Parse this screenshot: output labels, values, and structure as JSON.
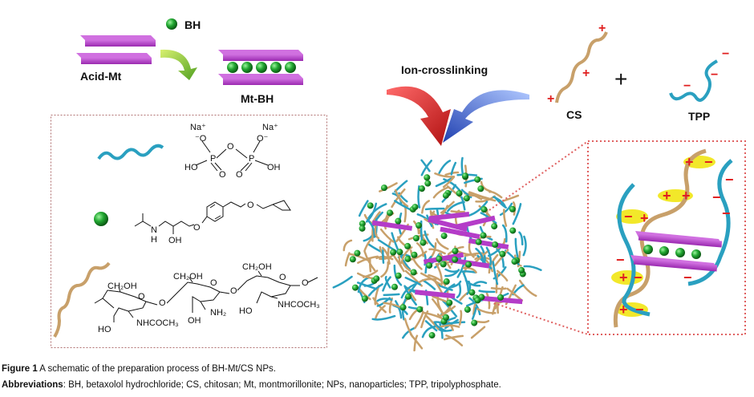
{
  "labels": {
    "bh": "BH",
    "acid_mt": "Acid-Mt",
    "mt_bh": "Mt-BH",
    "ion_crosslinking": "Ion-crosslinking",
    "cs": "CS",
    "tpp": "TPP",
    "plus": "+"
  },
  "chem": {
    "tpp": [
      "Na⁺",
      "Na⁺",
      "⁻O",
      "O",
      "O⁻",
      "P",
      "P",
      "HO",
      "O",
      "O",
      "OH"
    ],
    "betaxolol": [
      "N",
      "H",
      "OH",
      "O",
      "O"
    ],
    "chitosan": [
      "CH₂OH",
      "CH₂OH",
      "CH₂OH",
      "O",
      "O",
      "O",
      "O",
      "O",
      "HO",
      "NHCOCH₃",
      "OH",
      "NH₂",
      "HO",
      "NHCOCH₃"
    ]
  },
  "charges": {
    "plus": "+",
    "minus": "−"
  },
  "caption": {
    "figure_label": "Figure 1",
    "figure_text": " A schematic of the preparation process of BH-Mt/CS NPs.",
    "abbr_label": "Abbreviations",
    "abbr_text": ": BH, betaxolol hydrochloride; CS, chitosan; Mt, montmorillonite; NPs, nanoparticles; TPP, tripolyphosphate."
  },
  "colors": {
    "magenta": "#b43cc8",
    "green": "#1e9a2e",
    "teal": "#2aa0c0",
    "tan": "#c8a06a",
    "red": "#e02020",
    "yellow": "#f2e82a"
  }
}
